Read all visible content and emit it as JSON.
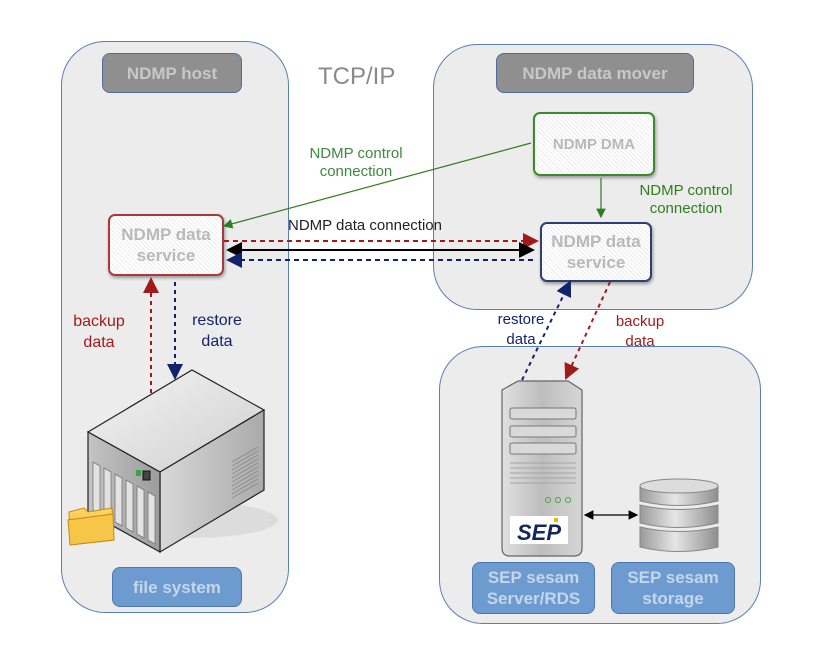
{
  "network_label": "TCP/IP",
  "panels": {
    "ndmp_host": {
      "title": "NDMP host",
      "footer": "file system"
    },
    "ndmp_data_mover": {
      "title": "NDMP data mover"
    },
    "sep_sesam": {
      "footers": [
        "SEP sesam Server/RDS",
        "SEP sesam storage"
      ]
    }
  },
  "nodes": {
    "host_data_service": "NDMP data service",
    "mover_data_service": "NDMP data service",
    "dma": "NDMP DMA"
  },
  "labels": {
    "control_connection_left": "NDMP control connection",
    "control_connection_right": "NDMP control connection",
    "data_connection": "NDMP data connection",
    "host_backup": "backup data",
    "host_restore": "restore data",
    "sesam_restore": "restore data",
    "sesam_backup": "backup data"
  },
  "logo_text": "SEP",
  "colors": {
    "control": "#2e7d1f",
    "backup": "#a11a1a",
    "restore": "#12236e",
    "data": "#000000"
  }
}
